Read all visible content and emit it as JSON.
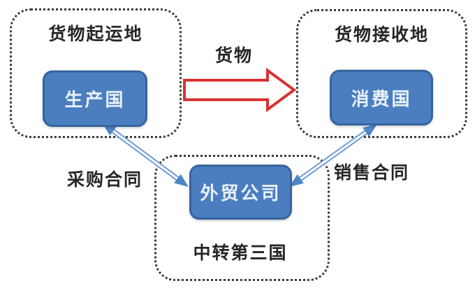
{
  "diagram": {
    "groups": {
      "origin": {
        "label": "货物起运地",
        "node": "生产国"
      },
      "destination": {
        "label": "货物接收地",
        "node": "消费国"
      },
      "transit": {
        "label": "中转第三国",
        "node": "外贸公司"
      }
    },
    "arrows": {
      "goods": {
        "label": "货物",
        "from": "生产国",
        "to": "消费国",
        "type": "block-arrow-right"
      },
      "purchase": {
        "label": "采购合同",
        "between": [
          "生产国",
          "外贸公司"
        ],
        "type": "double-headed"
      },
      "sales": {
        "label": "销售合同",
        "between": [
          "外贸公司",
          "消费国"
        ],
        "type": "double-headed"
      }
    },
    "colors": {
      "background": "#ffffff",
      "node_fill": "#4a7ebf",
      "node_border": "#36659f",
      "node_text": "#e9f1fa",
      "dashed_border": "#3a3a3a",
      "goods_arrow_stroke": "#d93232",
      "goods_arrow_fill": "#fffcfc",
      "contract_line": "#6f9bd2",
      "contract_head": "#4f86c6",
      "label_text": "#262626"
    }
  }
}
